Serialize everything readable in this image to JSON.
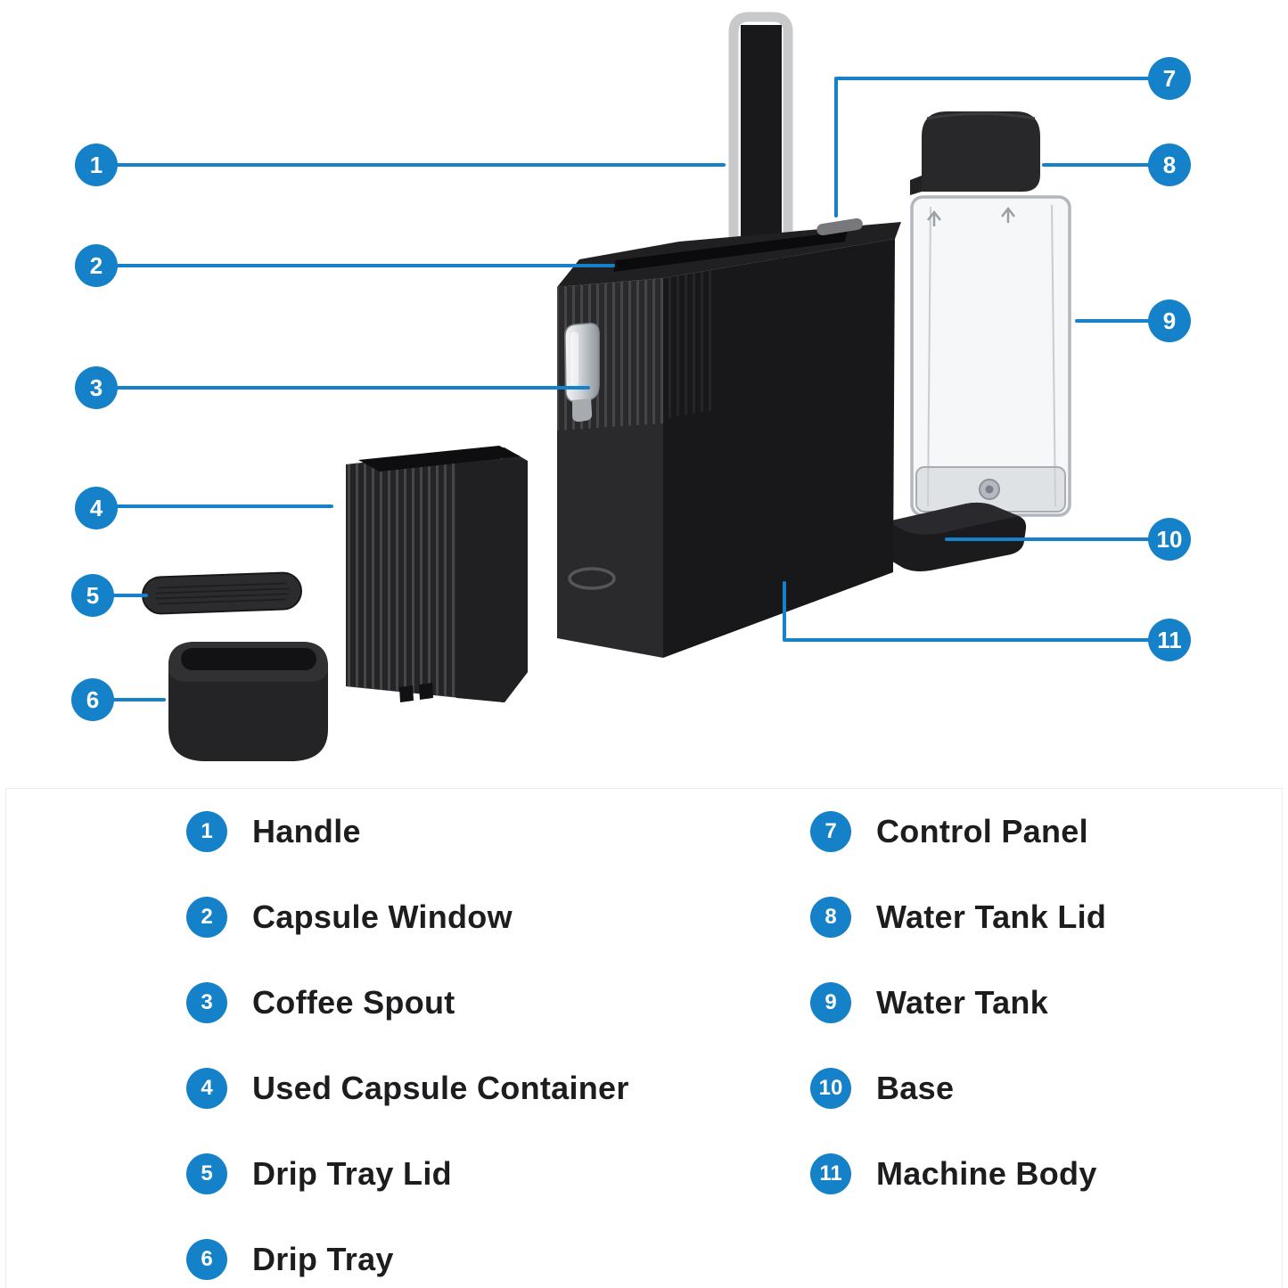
{
  "colors": {
    "accent": "#1581c9",
    "label_text": "#1d1d1f"
  },
  "parts": [
    {
      "num": "1",
      "label": "Handle"
    },
    {
      "num": "2",
      "label": "Capsule Window"
    },
    {
      "num": "3",
      "label": "Coffee Spout"
    },
    {
      "num": "4",
      "label": "Used Capsule Container"
    },
    {
      "num": "5",
      "label": "Drip Tray Lid"
    },
    {
      "num": "6",
      "label": "Drip Tray"
    },
    {
      "num": "7",
      "label": "Control Panel"
    },
    {
      "num": "8",
      "label": "Water Tank Lid"
    },
    {
      "num": "9",
      "label": "Water Tank"
    },
    {
      "num": "10",
      "label": "Base"
    },
    {
      "num": "11",
      "label": "Machine Body"
    }
  ]
}
